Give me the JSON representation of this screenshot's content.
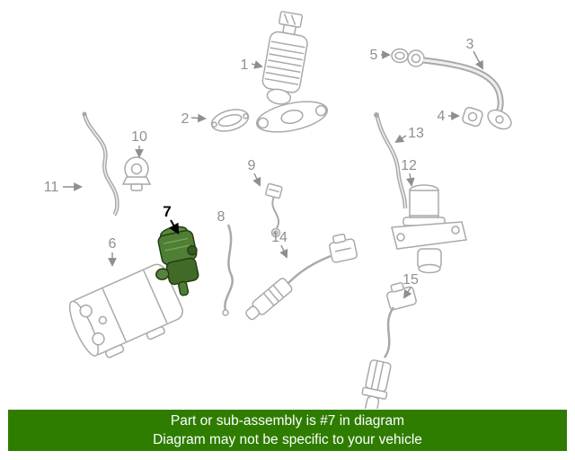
{
  "banner": {
    "line1": "Part or sub-assembly is #7 in diagram",
    "line2": "Diagram may not be specific to your vehicle",
    "bg_color": "#2e7d00",
    "text_color": "#ffffff"
  },
  "diagram": {
    "highlight_color": "#4f7f35",
    "highlight_outline": "#243d15",
    "line_color": "#a9a9a9",
    "label_color": "#8f8f8f",
    "highlight_label_color": "#000000",
    "callouts": [
      "1",
      "2",
      "3",
      "4",
      "5",
      "6",
      "7",
      "8",
      "9",
      "10",
      "11",
      "12",
      "13",
      "14",
      "15"
    ]
  }
}
